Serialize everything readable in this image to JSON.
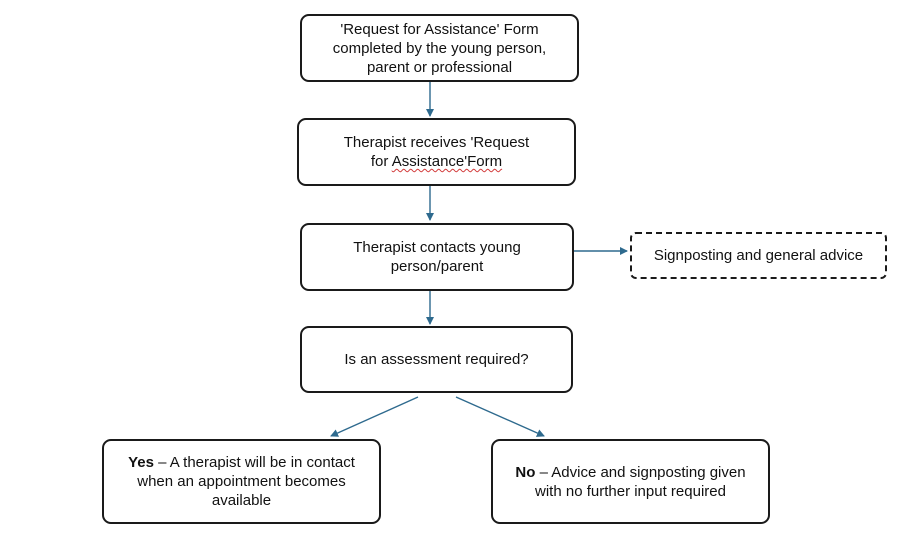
{
  "nodes": {
    "request_form": {
      "line1": "'Request for Assistance' Form",
      "line2": "completed by the young person,",
      "line3": "parent or professional"
    },
    "therapist_receives": {
      "line1": "Therapist receives 'Request",
      "line2_prefix": "for ",
      "line2_spell": "Assistance'Form"
    },
    "therapist_contacts": {
      "line1": "Therapist contacts young",
      "line2": "person/parent"
    },
    "signposting": {
      "label": "Signposting and general advice"
    },
    "assessment_question": {
      "label": "Is an assessment required?"
    },
    "yes_outcome": {
      "bold": "Yes",
      "line1_rest": " – A therapist will be in contact",
      "line2": "when an appointment becomes",
      "line3": "available"
    },
    "no_outcome": {
      "bold": "No",
      "line1_rest": " – Advice and signposting given",
      "line2": "with no further input required"
    }
  },
  "colors": {
    "connector": "#2e6a8e",
    "box_border": "#1a1a1a",
    "spell_underline": "#d23a3a"
  }
}
